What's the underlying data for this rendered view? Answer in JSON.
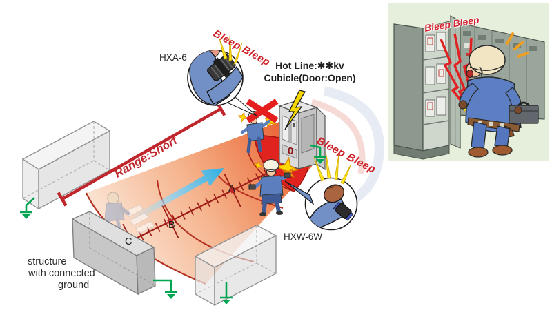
{
  "diagram": {
    "alarms": {
      "armband_alarm": "Bleep Bleep",
      "wristband_alarm": "Bleep Bleep"
    },
    "devices": {
      "armband_label": "HXA-6",
      "wristband_label": "HXW-6W"
    },
    "hotline": {
      "line1": "Hot Line:✱✱kv",
      "line2": "Cubicle(Door:Open)"
    },
    "range_label": "Range:Short",
    "structure_label": {
      "line1": "structure",
      "line2": "with connected",
      "line3": "ground"
    },
    "distance_markers": {
      "a": "A",
      "b": "B",
      "c": "C",
      "zero": "0"
    },
    "colors": {
      "alarm_red": "#cc2127",
      "range_red": "#c0272d",
      "danger_zone_red": "#e0231e",
      "field_orange": "#ee8051",
      "ground_green": "#00a651",
      "arrow_blue": "#35b1e2",
      "inset_background": "#e5efdb"
    }
  },
  "inset": {
    "alarm": "Bleep Bleep"
  }
}
